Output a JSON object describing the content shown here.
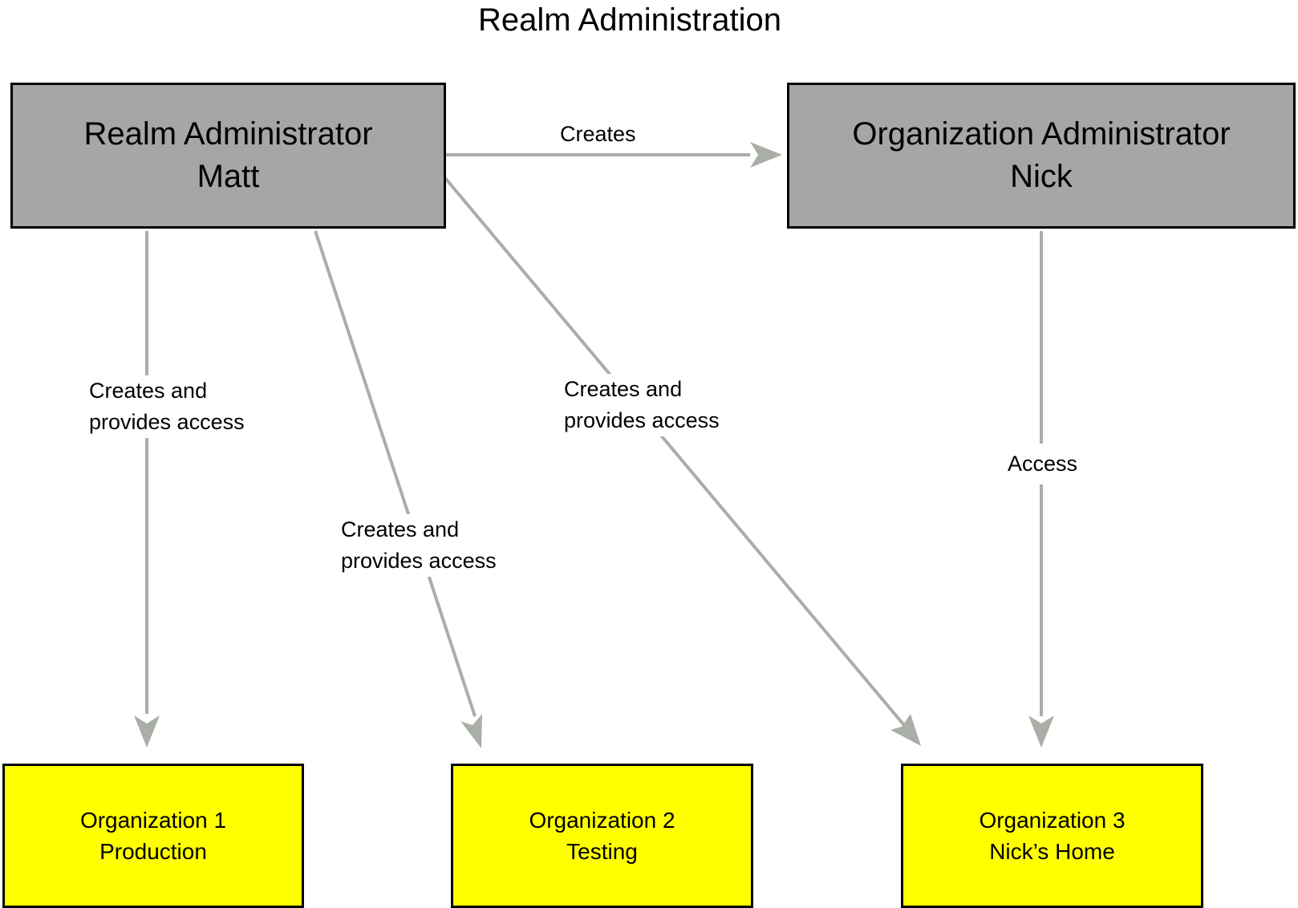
{
  "title": "Realm Administration",
  "colors": {
    "admin_fill": "#a6a6a6",
    "org_fill": "#ffff00",
    "edge": "#a9aea6",
    "border": "#000000"
  },
  "nodes": {
    "realm_admin": {
      "role": "Realm Administrator",
      "name": "Matt"
    },
    "org_admin": {
      "role": "Organization Administrator",
      "name": "Nick"
    },
    "org1": {
      "name": "Organization 1",
      "desc": "Production"
    },
    "org2": {
      "name": "Organization 2",
      "desc": "Testing"
    },
    "org3": {
      "name": "Organization 3",
      "desc": "Nick’s Home"
    }
  },
  "edges": {
    "creates": {
      "label": "Creates"
    },
    "to_org1": {
      "label_line1": "Creates and",
      "label_line2": "provides access"
    },
    "to_org2": {
      "label_line1": "Creates and",
      "label_line2": "provides access"
    },
    "to_org3": {
      "label_line1": "Creates and",
      "label_line2": "provides access"
    },
    "access": {
      "label": "Access"
    }
  }
}
